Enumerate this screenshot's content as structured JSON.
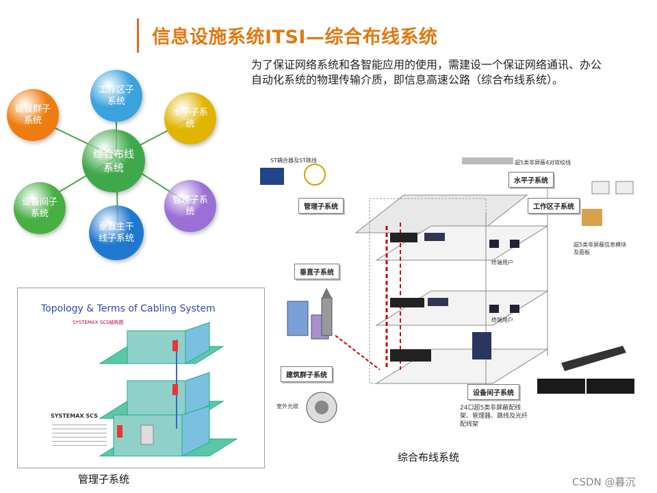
{
  "title": "信息设施系统ITSI—综合布线系统",
  "intro": "为了保证网络系统和各智能应用的使用，需建设一个保证网络通讯、办公自动化系统的物理传输介质，即信息高速公路（综合布线系统）。",
  "hub": {
    "center": "综合布线系统",
    "nodes": [
      {
        "label": "工作区子系统",
        "color": "#3aa3dd"
      },
      {
        "label": "水平子系统",
        "color": "#e0b400"
      },
      {
        "label": "管理子系统",
        "color": "#9a6fd6"
      },
      {
        "label": "垂直主干线子系统",
        "color": "#1f78d0"
      },
      {
        "label": "设备间子系统",
        "color": "#48b043"
      },
      {
        "label": "建设群子系统",
        "color": "#ee7d10"
      }
    ],
    "center_color": "#3ea84a"
  },
  "panel": {
    "title": "Topology & Terms of Cabling System",
    "subtitle": "SYSTEMAX SCS结构图",
    "caption": "管理子系统"
  },
  "diagram": {
    "caption": "综合布线系统",
    "labels": {
      "st": "ST耦合器及ST跳线",
      "cat5_4pair": "超5类非屏蔽4对双绞线",
      "horizontal": "水平子系统",
      "management": "管理子系统",
      "work_area": "工作区子系统",
      "vertical": "垂直子系统",
      "campus": "建筑群子系统",
      "equipment": "设备间子系统",
      "module": "超5类非屏蔽信息模块及面板",
      "user": "终端用户",
      "fiber": "室外光缆",
      "patch": "24口超5类非屏蔽配线架、管理器、跳线及光纤配线架"
    }
  },
  "watermark": "CSDN @暮沉"
}
